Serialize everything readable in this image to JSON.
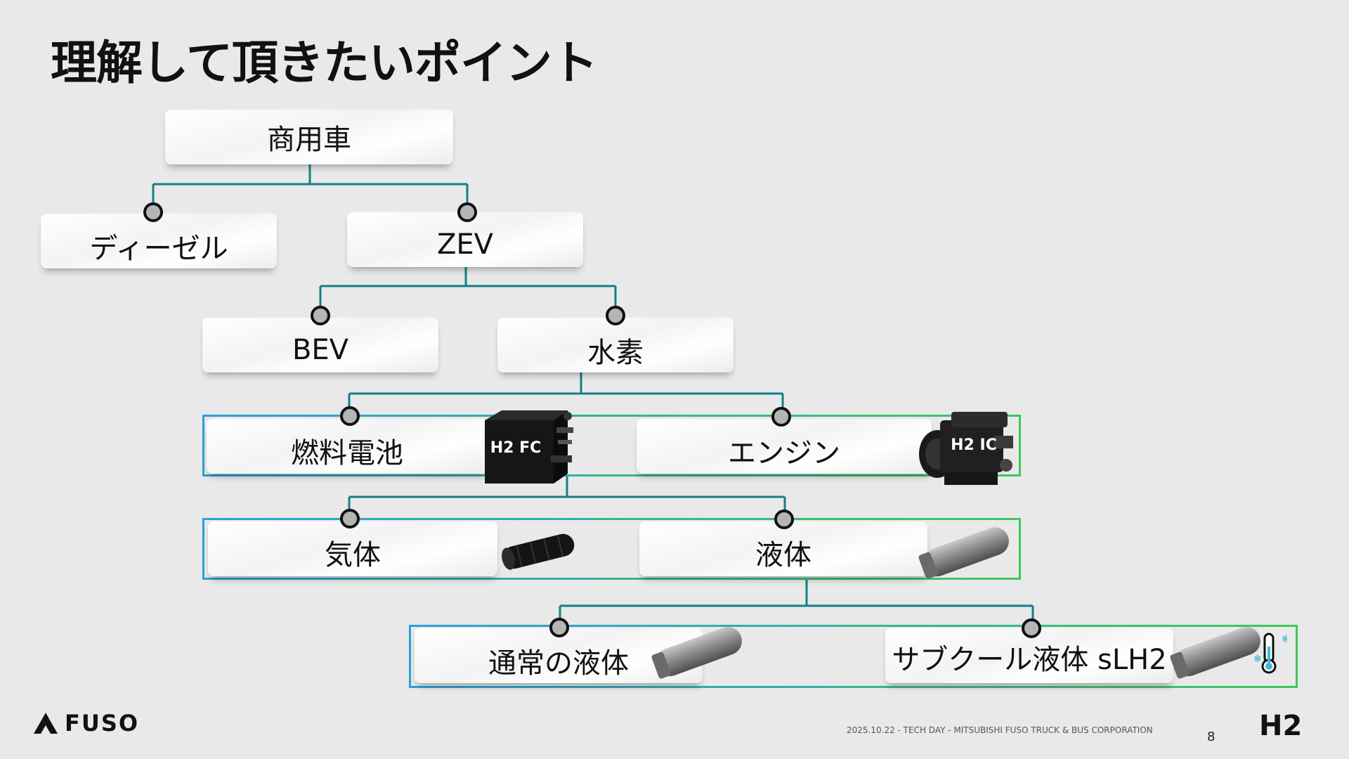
{
  "slide": {
    "title": "理解して頂きたいポイント",
    "page_number": "8",
    "footer": "2025.10.22 - TECH DAY - MITSUBISHI FUSO TRUCK & BUS CORPORATION",
    "brand": "FUSO",
    "h2_logo_text": "H2"
  },
  "tree": {
    "root": "商用車",
    "level1": [
      "ディーゼル",
      "ZEV"
    ],
    "level2": [
      "BEV",
      "水素"
    ],
    "level3": [
      "燃料電池",
      "エンジン"
    ],
    "level4": [
      "気体",
      "液体"
    ],
    "level5": [
      "通常の液体",
      "サブクール液体 sLH2"
    ]
  },
  "images": {
    "fuel_cell_badge": "H2 FC",
    "engine_badge": "H2 IC"
  },
  "colors": {
    "connector": "#137e8a",
    "group_border_start": "#2aa0d8",
    "group_border_end": "#3cc85a",
    "dot_fill": "#b5b5b5",
    "background": "#e9e9e9"
  }
}
